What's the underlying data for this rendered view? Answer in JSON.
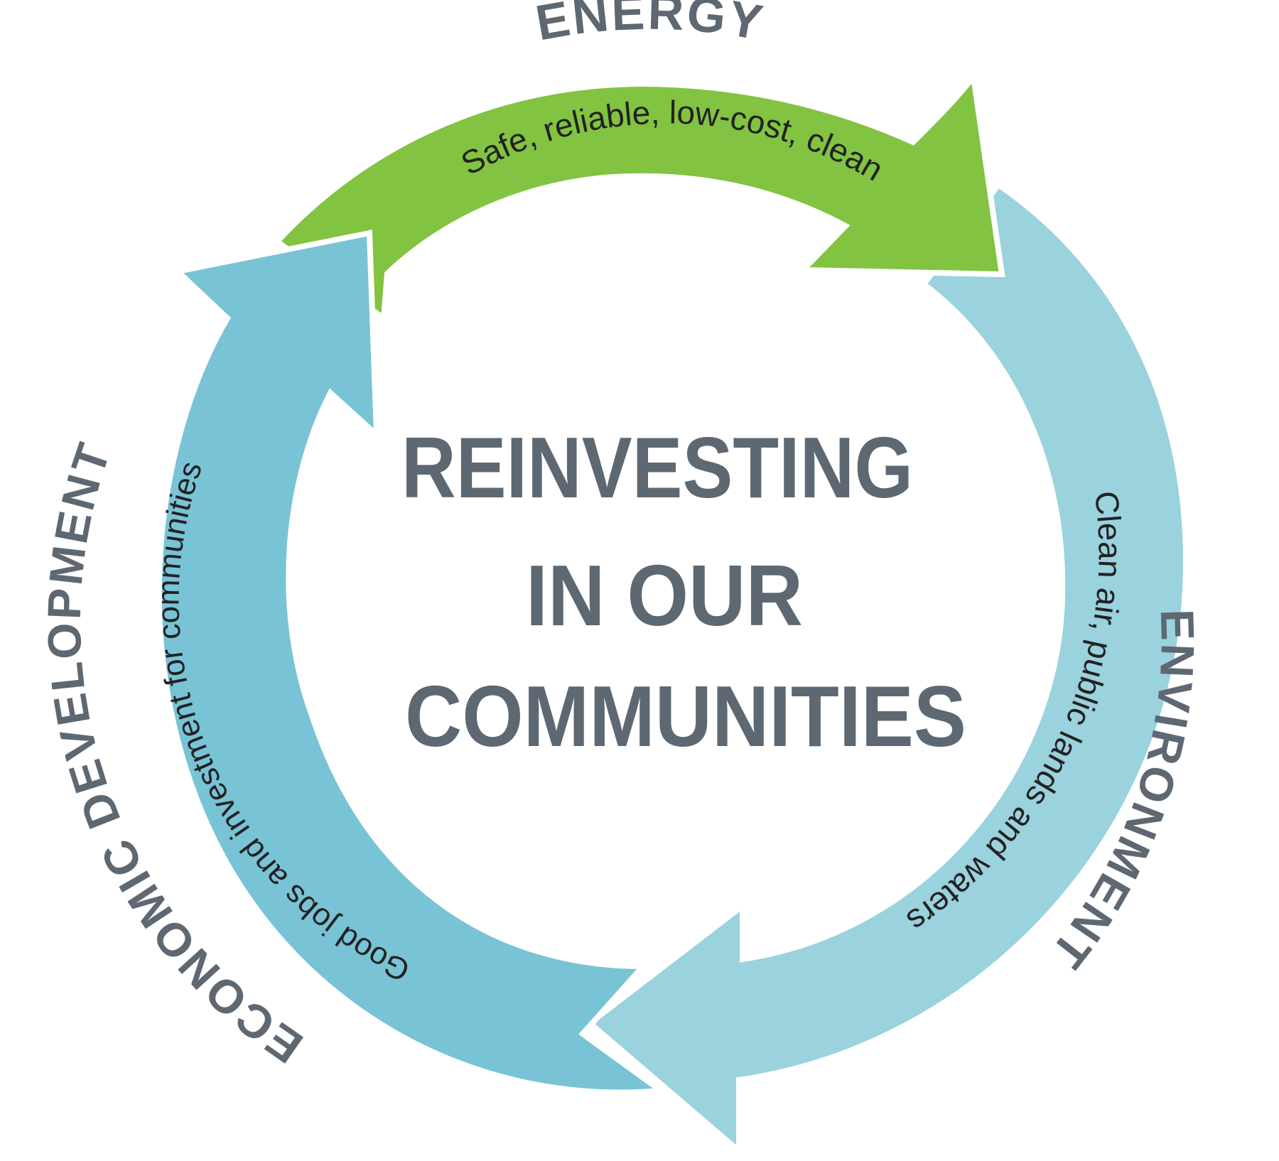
{
  "center": {
    "line1": "REINVESTING",
    "line2": "IN OUR",
    "line3": "COMMUNITIES"
  },
  "segments": [
    {
      "id": "energy",
      "title": "ENERGY",
      "caption": "Safe, reliable, low-cost, clean",
      "color": "#82c341"
    },
    {
      "id": "environment",
      "title": "ENVIRONMENT",
      "caption": "Clean air, public lands and waters",
      "color": "#9ad2dd"
    },
    {
      "id": "economic-development",
      "title": "ECONOMIC DEVELOPMENT",
      "caption": "Good jobs and investment for communities",
      "color": "#79c3d6"
    }
  ],
  "colors": {
    "text_dark": "#5d6872",
    "caption_text": "#222222",
    "background": "#ffffff"
  }
}
